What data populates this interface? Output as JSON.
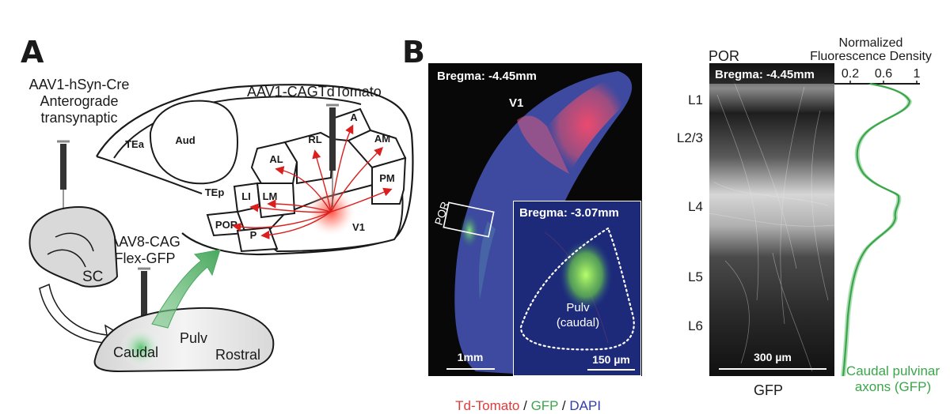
{
  "panel_a": {
    "letter": "A",
    "injection1": [
      "AAV1-hSyn-Cre",
      "Anterograde",
      "transynaptic"
    ],
    "injection2": "AAV1-CAGTdTomato",
    "injection3": [
      "AAV8-CAG",
      "Flex-GFP"
    ],
    "sc_label": "SC",
    "thalamus": {
      "caudal": "Caudal",
      "pulv": "Pulv",
      "rostral": "Rostral"
    },
    "areas": {
      "tea": "TEa",
      "aud": "Aud",
      "tep": "TEp",
      "li": "LI",
      "lm": "LM",
      "al": "AL",
      "rl": "RL",
      "a": "A",
      "am": "AM",
      "pm": "PM",
      "por": "POR",
      "p": "P",
      "v1": "V1"
    },
    "colors": {
      "arrow_red": "#d9201f",
      "green": "#56b56a",
      "region_fill": "#ffffff"
    }
  },
  "panel_b": {
    "letter": "B",
    "section_bregma": "Bregma: -4.45mm",
    "v1_label": "V1",
    "por_label": "POR",
    "scale_1mm": "1mm",
    "inset_bregma": "Bregma: -3.07mm",
    "inset_region": [
      "Pulv",
      "(caudal)"
    ],
    "scale_150": "150 µm",
    "legend": [
      {
        "text": "Td-Tomato",
        "color": "#e03a3a"
      },
      {
        "text": " / ",
        "color": "#1a1a1a"
      },
      {
        "text": "GFP",
        "color": "#3aa64a"
      },
      {
        "text": " / ",
        "color": "#1a1a1a"
      },
      {
        "text": "DAPI",
        "color": "#2f3fa8"
      }
    ]
  },
  "panel_c": {
    "por_title": "POR",
    "bregma": "Bregma: -4.45mm",
    "layers": [
      "L1",
      "L2/3",
      "L4",
      "L5",
      "L6"
    ],
    "scale_300": "300 µm",
    "gfp_label": "GFP",
    "density_title": [
      "Normalized",
      "Fluorescence Density"
    ],
    "density_ticks": [
      "0.2",
      "0.6",
      "1"
    ],
    "trace_label": [
      "Caudal pulvinar",
      "axons (GFP)"
    ],
    "trace_color": "#3aa64a"
  }
}
